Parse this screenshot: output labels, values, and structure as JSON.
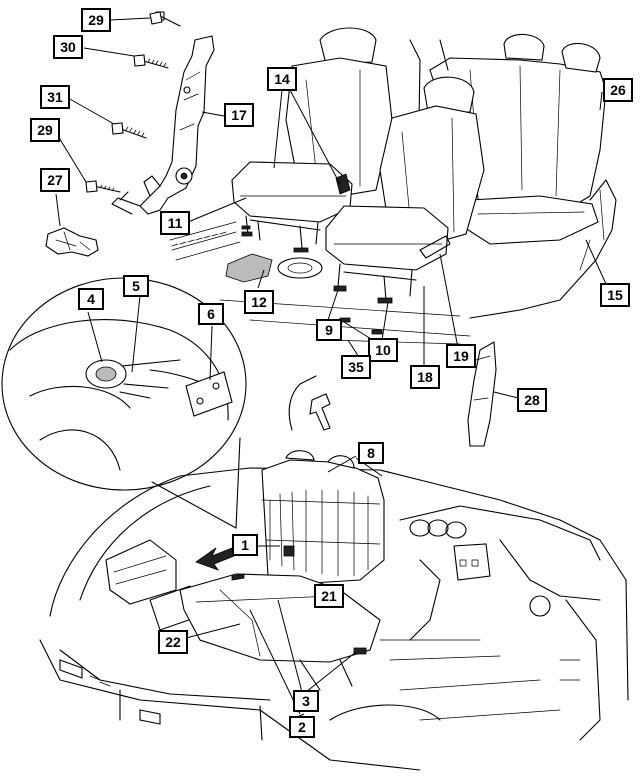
{
  "diagram": {
    "callouts": [
      {
        "id": "c29a",
        "label": "29"
      },
      {
        "id": "c30",
        "label": "30"
      },
      {
        "id": "c31",
        "label": "31"
      },
      {
        "id": "c29b",
        "label": "29"
      },
      {
        "id": "c27",
        "label": "27"
      },
      {
        "id": "c17",
        "label": "17"
      },
      {
        "id": "c14",
        "label": "14"
      },
      {
        "id": "c11",
        "label": "11"
      },
      {
        "id": "c26",
        "label": "26"
      },
      {
        "id": "c15",
        "label": "15"
      },
      {
        "id": "c12",
        "label": "12"
      },
      {
        "id": "c4",
        "label": "4"
      },
      {
        "id": "c5",
        "label": "5"
      },
      {
        "id": "c6",
        "label": "6"
      },
      {
        "id": "c9",
        "label": "9"
      },
      {
        "id": "c10",
        "label": "10"
      },
      {
        "id": "c35",
        "label": "35"
      },
      {
        "id": "c19",
        "label": "19"
      },
      {
        "id": "c18",
        "label": "18"
      },
      {
        "id": "c28",
        "label": "28"
      },
      {
        "id": "c8",
        "label": "8"
      },
      {
        "id": "c1",
        "label": "1"
      },
      {
        "id": "c21",
        "label": "21"
      },
      {
        "id": "c22",
        "label": "22"
      },
      {
        "id": "c3",
        "label": "3"
      },
      {
        "id": "c2",
        "label": "2"
      }
    ]
  }
}
